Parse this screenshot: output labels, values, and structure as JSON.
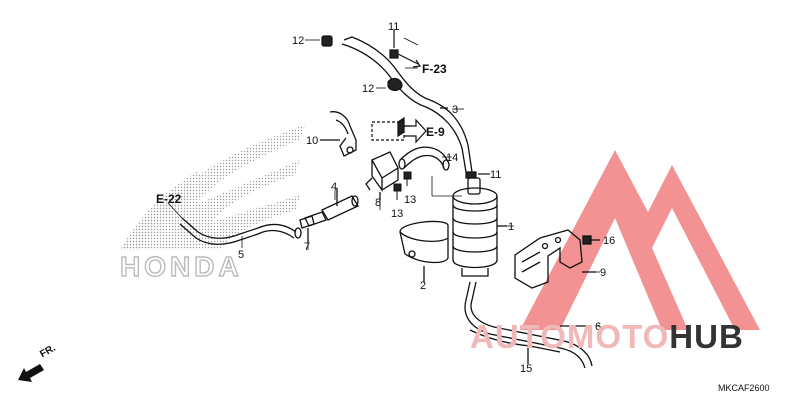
{
  "diagram": {
    "part_numbers": [
      "1",
      "2",
      "3",
      "4",
      "5",
      "6",
      "7",
      "8",
      "9",
      "10",
      "11",
      "11",
      "12",
      "12",
      "13",
      "13",
      "14",
      "15",
      "16"
    ],
    "reference_labels": [
      "F-23",
      "E-9",
      "E-22"
    ],
    "direction_label": "FR.",
    "drawing_code": "MKCAF2600",
    "brand_text": "HONDA",
    "watermark": {
      "part1": "AUTO",
      "part2": "MOTO",
      "part3": "HUB"
    },
    "colors": {
      "line": "#111111",
      "watermark_red": "#f08080",
      "watermark_dark": "#333333",
      "logo_gray": "#bbbbbb"
    }
  }
}
